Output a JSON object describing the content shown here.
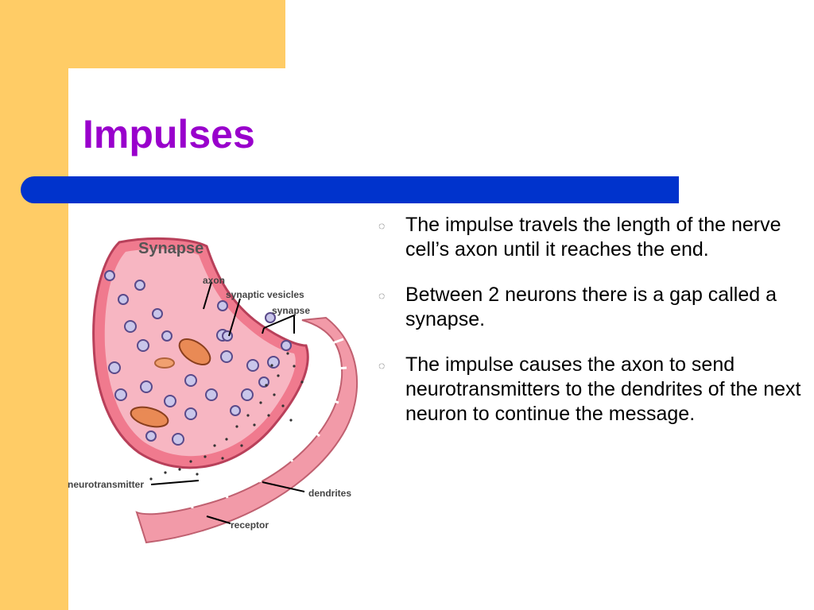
{
  "slide": {
    "title": "Impulses",
    "colors": {
      "title": "#9900cc",
      "bar": "#0033cc",
      "background_accent": "#ffcc66"
    },
    "bullet_icon": "◌",
    "bullets": [
      "The impulse travels the length of the nerve cell’s axon until it reaches the end.",
      "Between 2 neurons there is a gap called a synapse.",
      "The impulse causes the axon to send neurotransmitters to the dendrites of the next neuron to continue the message."
    ]
  },
  "diagram": {
    "title": "Synapse",
    "labels": {
      "axon": "axon",
      "vesicles": "synaptic vesicles",
      "synapse": "synapse",
      "neurotransmitter": "neurotransmitter",
      "dendrites": "dendrites",
      "receptor": "receptor"
    }
  }
}
